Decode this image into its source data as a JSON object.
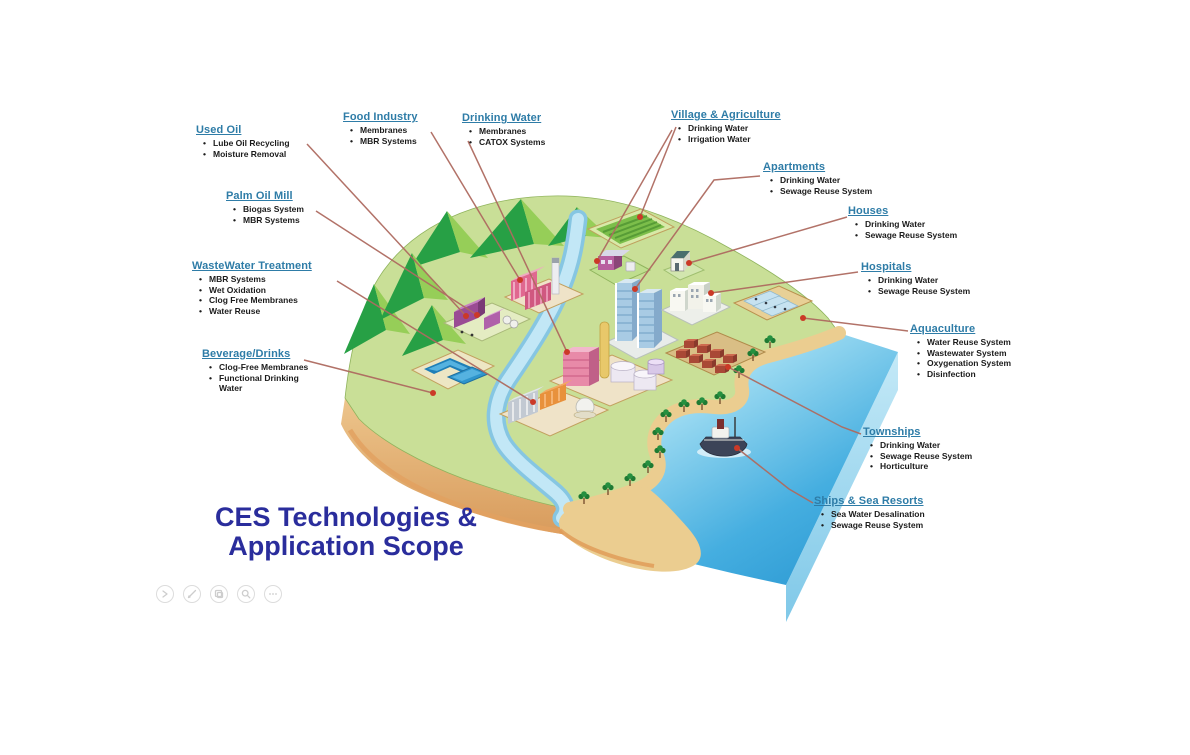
{
  "title": {
    "line1": "CES Technologies &",
    "line2": "Application Scope"
  },
  "labels": [
    {
      "id": "used-oil",
      "title": "Used Oil",
      "items": [
        "Lube Oil Recycling",
        "Moisture Removal"
      ]
    },
    {
      "id": "food-industry",
      "title": "Food Industry",
      "items": [
        "Membranes",
        "MBR Systems"
      ]
    },
    {
      "id": "drinking-water",
      "title": "Drinking Water",
      "items": [
        "Membranes",
        "CATOX Systems"
      ]
    },
    {
      "id": "village-agriculture",
      "title": "Village & Agriculture",
      "items": [
        "Drinking Water",
        "Irrigation Water"
      ]
    },
    {
      "id": "apartments",
      "title": "Apartments",
      "items": [
        "Drinking Water",
        "Sewage Reuse System"
      ]
    },
    {
      "id": "houses",
      "title": "Houses",
      "items": [
        "Drinking Water",
        "Sewage Reuse System"
      ]
    },
    {
      "id": "hospitals",
      "title": "Hospitals",
      "items": [
        "Drinking Water",
        "Sewage Reuse System"
      ]
    },
    {
      "id": "palm-oil-mill",
      "title": "Palm Oil Mill",
      "items": [
        "Biogas System",
        "MBR Systems"
      ]
    },
    {
      "id": "wastewater-treatment",
      "title": "WasteWater Treatment",
      "items": [
        "MBR Systems",
        "Wet Oxidation",
        "Clog Free Membranes",
        "Water Reuse"
      ]
    },
    {
      "id": "beverage-drinks",
      "title": "Beverage/Drinks",
      "items": [
        "Clog-Free Membranes",
        "Functional Drinking Water"
      ]
    },
    {
      "id": "aquaculture",
      "title": "Aquaculture",
      "items": [
        "Water Reuse System",
        "Wastewater System",
        "Oxygenation System",
        "Disinfection"
      ]
    },
    {
      "id": "townships",
      "title": "Townships",
      "items": [
        "Drinking Water",
        "Sewage Reuse System",
        "Horticulture"
      ]
    },
    {
      "id": "ships-sea-resorts",
      "title": "Ships & Sea Resorts",
      "items": [
        "Sea Water Desalination",
        "Sewage Reuse System"
      ]
    }
  ],
  "toolbar": {
    "icons": [
      "play-icon",
      "pen-icon",
      "copy-icon",
      "zoom-icon",
      "more-icon"
    ]
  },
  "colors": {
    "heading_blue": "#2e7ca7",
    "bullet_text": "#1b1b1b",
    "title_navy": "#2a2d9c",
    "callout_line": "#ae6b60",
    "callout_dot": "#cb3927",
    "land_green": "#c9df97",
    "mountain_green": "#27a045",
    "sea_blue": "#2fa3dc",
    "sand": "#ebcd90"
  }
}
